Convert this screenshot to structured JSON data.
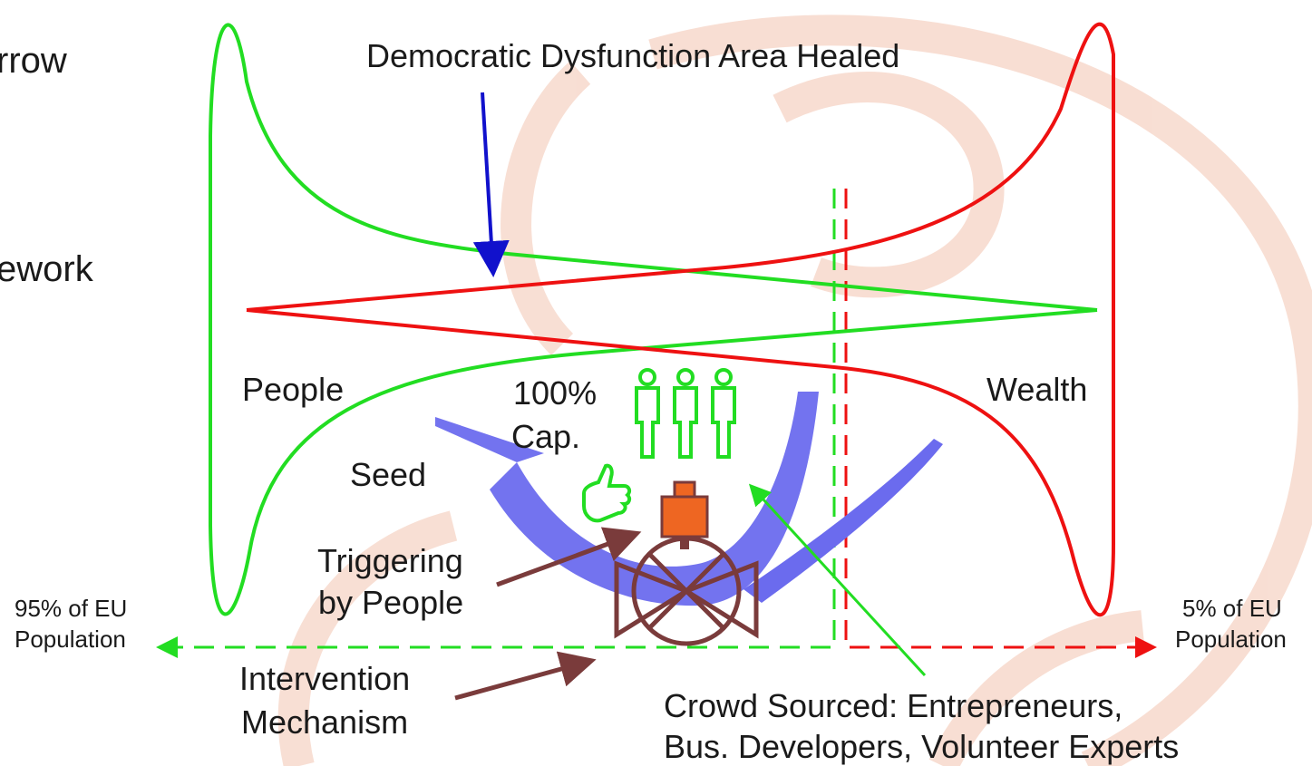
{
  "slide_fragments": {
    "line1": "rrow",
    "line2": "ework"
  },
  "diagram": {
    "title": "Democratic Dysfunction Area Healed",
    "left_label": "People",
    "right_label": "Wealth",
    "capacity_line1": "100%",
    "capacity_line2": "Cap.",
    "seed_label": "Seed",
    "triggering_line1": "Triggering",
    "triggering_line2": "by People",
    "intervention_line1": "Intervention",
    "intervention_line2": "Mechanism",
    "crowd_line1": "Crowd Sourced: Entrepreneurs,",
    "crowd_line2": "Bus. Developers, Volunteer Experts",
    "left_pop_line1": "95% of EU",
    "left_pop_line2": "Population",
    "right_pop_line1": "5% of EU",
    "right_pop_line2": "Population"
  },
  "colors": {
    "people": "#22dd22",
    "wealth": "#ee1111",
    "healed_arrow": "#1111cc",
    "flow": "#6b6bee",
    "valve": "#7a3b3b",
    "weight": "#ee6622",
    "watermark": "#f7d9cc"
  },
  "icons": [
    "person-icon",
    "thumbs-up-icon",
    "weight-icon",
    "valve-icon"
  ]
}
